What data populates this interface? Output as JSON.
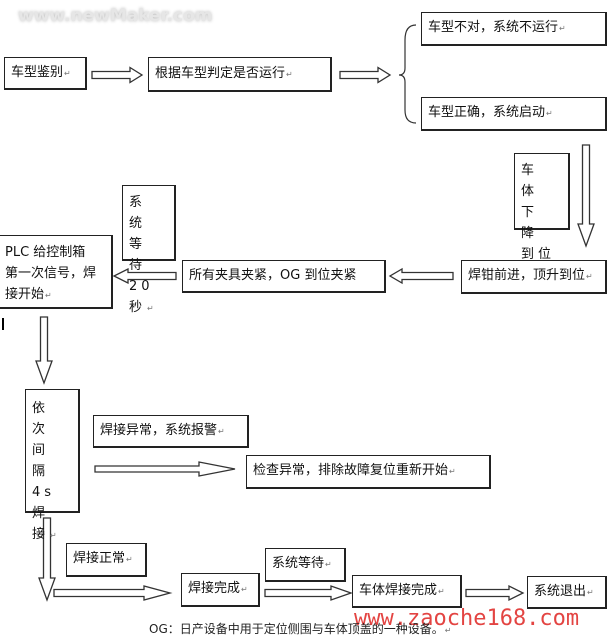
{
  "watermarks": {
    "top": "www.newMaker.com",
    "bottom": "www.zaoche168.com"
  },
  "nodes": {
    "identify": "车型鉴别",
    "judge": "根据车型判定是否运行",
    "wrong": "车型不对，系统不运行",
    "right": "车型正确，系统启动",
    "lower": [
      "车 体",
      "下 降",
      "到位"
    ],
    "advance": "焊钳前进，顶升到位",
    "clamp": "所有夹具夹紧，OG 到位夹紧",
    "wait20": [
      "系 统",
      "等 待",
      "20 秒"
    ],
    "plc": [
      "PLC 给控制箱",
      "第一次信号，焊",
      "接开始"
    ],
    "weld4s": [
      "依 次",
      "间 隔",
      "4s 焊",
      "接"
    ],
    "abnormal": "焊接异常，系统报警",
    "check": "检查异常，排除故障复位重新开始",
    "normal": "焊接正常",
    "done": "焊接完成",
    "wait": "系统等待",
    "body_done": "车体焊接完成",
    "exit": "系统退出"
  },
  "footnote": "OG：日产设备中用于定位侧围与车体顶盖的一种设备。"
}
